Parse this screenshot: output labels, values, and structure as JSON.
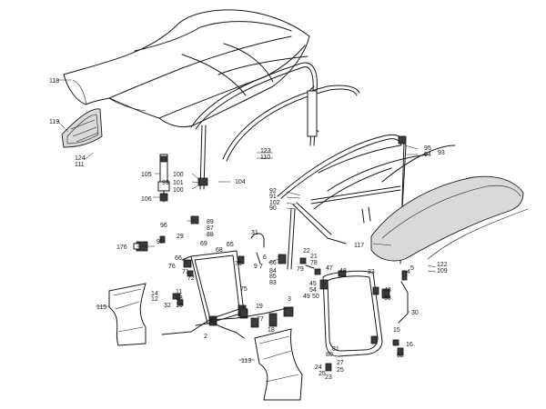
{
  "diagram": {
    "labels": [
      "118",
      "119",
      "124",
      "111",
      "123",
      "110",
      "95",
      "94",
      "93",
      "105",
      "100",
      "101",
      "100",
      "99",
      "104",
      "106",
      "92",
      "91",
      "102",
      "90",
      "96",
      "89",
      "87",
      "88",
      "31",
      "9",
      "7",
      "6",
      "97",
      "29",
      "176",
      "69",
      "68",
      "65",
      "70",
      "66",
      "76",
      "71",
      "72",
      "75",
      "22",
      "21",
      "78",
      "79",
      "86",
      "84",
      "85",
      "83",
      "47",
      "48",
      "33",
      "45",
      "54",
      "50",
      "49",
      "117",
      "122",
      "109",
      "4",
      "5",
      "48",
      "53",
      "30",
      "115",
      "14",
      "12",
      "13",
      "32",
      "11",
      "10",
      "19",
      "3",
      "1",
      "77",
      "2",
      "18",
      "15",
      "16",
      "62",
      "113",
      "80",
      "81",
      "27",
      "25",
      "24",
      "25",
      "23"
    ]
  }
}
